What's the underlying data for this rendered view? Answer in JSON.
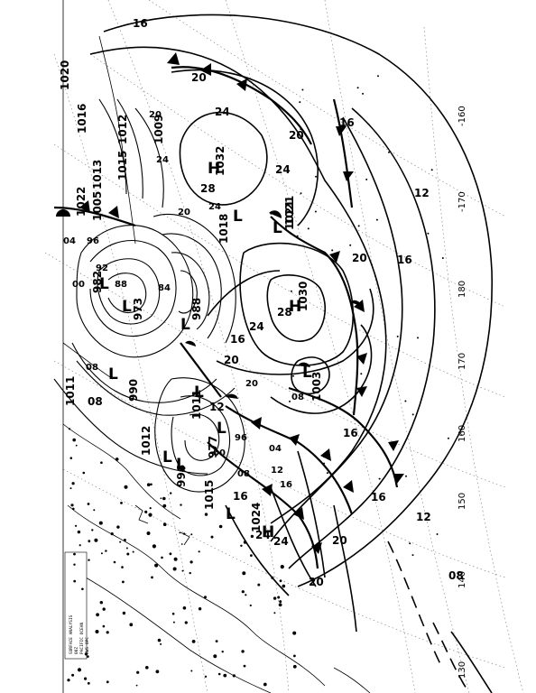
{
  "map": {
    "isobar_labels": [
      {
        "text": "16"
      },
      {
        "text": "20"
      },
      {
        "text": "24"
      },
      {
        "text": "28"
      },
      {
        "text": "20"
      },
      {
        "text": "24"
      },
      {
        "text": "16"
      },
      {
        "text": "12"
      },
      {
        "text": "16"
      },
      {
        "text": "20"
      },
      {
        "text": "24"
      },
      {
        "text": "28"
      },
      {
        "text": "20"
      },
      {
        "text": "16"
      },
      {
        "text": "12"
      },
      {
        "text": "16"
      },
      {
        "text": "20"
      },
      {
        "text": "24"
      },
      {
        "text": "16"
      },
      {
        "text": "08"
      },
      {
        "text": "12"
      },
      {
        "text": "08"
      },
      {
        "text": "04"
      },
      {
        "text": "00"
      },
      {
        "text": "96"
      },
      {
        "text": "92"
      },
      {
        "text": "88"
      },
      {
        "text": "84"
      },
      {
        "text": "08"
      },
      {
        "text": "04"
      },
      {
        "text": "00"
      },
      {
        "text": "96"
      },
      {
        "text": "08"
      },
      {
        "text": "16"
      },
      {
        "text": "20"
      },
      {
        "text": "24"
      },
      {
        "text": "20"
      },
      {
        "text": "24"
      },
      {
        "text": "08"
      },
      {
        "text": "12"
      },
      {
        "text": "16"
      },
      {
        "text": "20"
      },
      {
        "text": "24"
      },
      {
        "text": "20"
      }
    ],
    "centers": [
      {
        "symbol": "H",
        "pressure": "1032"
      },
      {
        "symbol": "H",
        "pressure": "1030"
      },
      {
        "symbol": "L",
        "pressure": "1018"
      },
      {
        "symbol": "L",
        "pressure": "1021"
      },
      {
        "symbol": "L",
        "pressure": "1003"
      },
      {
        "symbol": "H",
        "pressure": "1024"
      },
      {
        "symbol": "L",
        "pressure": "988"
      },
      {
        "symbol": "L",
        "pressure": "977"
      },
      {
        "symbol": "L",
        "pressure": "990"
      },
      {
        "symbol": "L",
        "pressure": "973"
      },
      {
        "symbol": "L",
        "pressure": "982"
      },
      {
        "symbol": "L",
        "pressure": "1015"
      },
      {
        "symbol": "L",
        "pressure": "1012"
      },
      {
        "symbol": "L",
        "pressure": "1011"
      },
      {
        "symbol": "L",
        "pressure": "996"
      }
    ],
    "other_pressures": [
      "1020",
      "1021",
      "1015",
      "1012",
      "1009",
      "1022",
      "1005",
      "1016",
      "1013",
      "1011"
    ],
    "longitudes": [
      "-160",
      "-170",
      "180",
      "170",
      "160",
      "150",
      "140",
      "130"
    ],
    "legend_lines": [
      "SURFACE ANALYSIS",
      "00Z",
      "PACIFIC OCEAN",
      "NWS OPC"
    ]
  }
}
